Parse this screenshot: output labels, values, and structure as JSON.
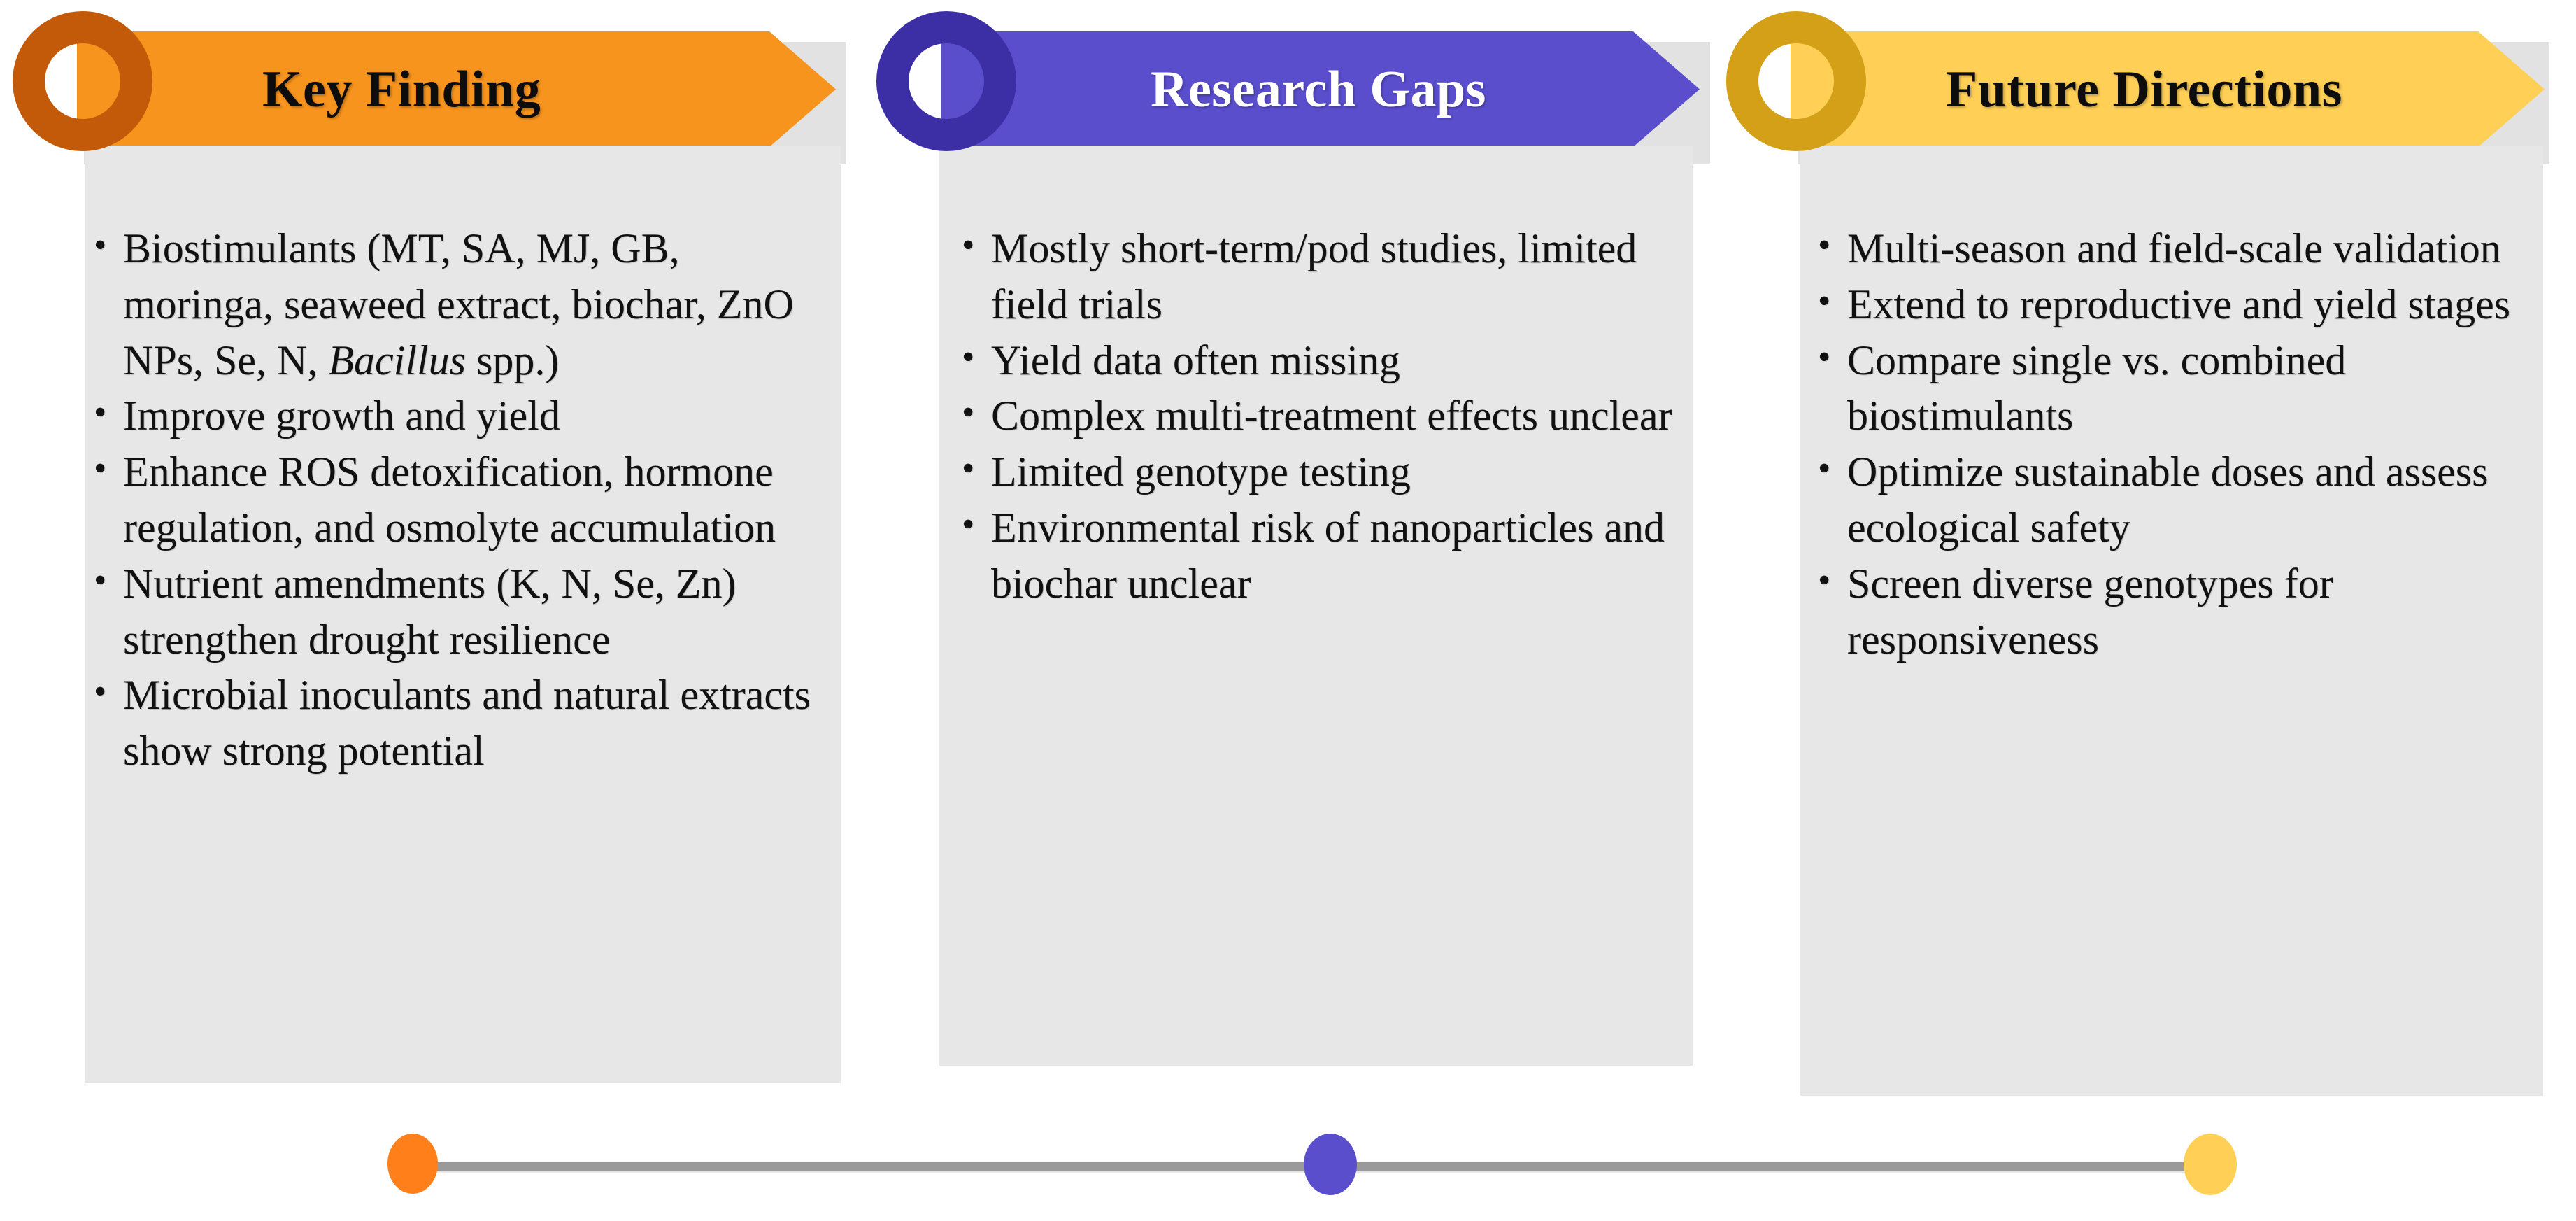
{
  "diagram": {
    "type": "three-stage-chevron-infographic",
    "line_color": "#9a9a9a",
    "panel_color": "#e7e7e7",
    "columns": [
      {
        "id": "key-finding",
        "title": "Key Finding",
        "arrow_color": "#F7941E",
        "ring_color": "#C35A09",
        "dot_color": "#FF7F1A",
        "title_color": "#0d0d0d",
        "bullets": [
          {
            "text": "Biostimulants (MT, SA, MJ, GB, moringa, seaweed extract, biochar, ZnO NPs, Se, N, ",
            "italic": "Bacillus",
            "tail": " spp.)"
          },
          {
            "text": "Improve growth and yield"
          },
          {
            "text": "Enhance ROS detoxification, hormone regulation, and osmolyte accumulation"
          },
          {
            "text": "Nutrient amendments (K, N, Se, Zn) strengthen drought resilience"
          },
          {
            "text": "Microbial inoculants and natural extracts show strong potential"
          }
        ]
      },
      {
        "id": "research-gaps",
        "title": "Research Gaps",
        "arrow_color": "#5A4ECD",
        "ring_color": "#3C2FA6",
        "dot_color": "#5A4ECD",
        "title_color": "#ffffff",
        "bullets": [
          {
            "text": "Mostly short-term/pod studies, limited field trials"
          },
          {
            "text": "Yield data often missing"
          },
          {
            "text": "Complex multi-treatment effects unclear"
          },
          {
            "text": "Limited genotype testing"
          },
          {
            "text": "Environmental risk of nanoparticles and biochar unclear"
          }
        ]
      },
      {
        "id": "future-directions",
        "title": "Future Directions",
        "arrow_color": "#FFCF56",
        "ring_color": "#D3A017",
        "dot_color": "#FFCF56",
        "title_color": "#0d0d0d",
        "bullets": [
          {
            "text": "Multi-season and field-scale validation"
          },
          {
            "text": "Extend to reproductive and yield stages"
          },
          {
            "text": "Compare single vs. combined biostimulants"
          },
          {
            "text": "Optimize sustainable doses and assess ecological safety"
          },
          {
            "text": "Screen diverse genotypes for responsiveness"
          }
        ]
      }
    ]
  }
}
